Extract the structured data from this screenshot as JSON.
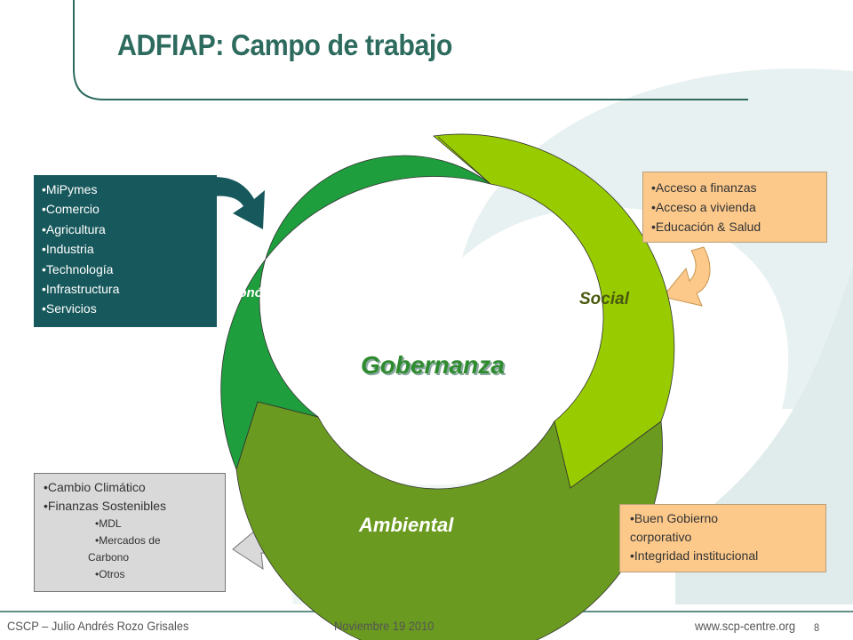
{
  "slide": {
    "title": "ADFIAP: Campo de trabajo"
  },
  "diagram": {
    "center": "Gobernanza",
    "segments": {
      "economica": "Económica",
      "social": "Social",
      "ambiental": "Ambiental"
    }
  },
  "boxes": {
    "economica": [
      "MiPymes",
      "Comercio",
      "Agricultura",
      "Industria",
      "Technología",
      "Infrastructura",
      "Servicios"
    ],
    "social": [
      "Acceso a finanzas",
      "Acceso a vivienda",
      "Educación & Salud"
    ],
    "ambiental": [
      "Cambio Climático",
      "Finanzas Sostenibles"
    ],
    "ambiental_sub": [
      "MDL",
      "Mercados de",
      "Carbono",
      "Otros"
    ],
    "gobernanza": [
      "Buen Gobierno",
      "corporativo",
      "Integridad institucional"
    ]
  },
  "footer": {
    "author": "CSCP – Julio Andrés Rozo Grisales",
    "date": "Noviembre 19 2010",
    "url": "www.scp-centre.org",
    "page": "8"
  },
  "colors": {
    "title": "#2d6b5e",
    "economica": "#1e9e3c",
    "social": "#99cc00",
    "ambiental": "#6a9a1f",
    "econ_box": "#17585c",
    "orange_box": "#fcc98b",
    "grey_box": "#d9d9d9"
  }
}
